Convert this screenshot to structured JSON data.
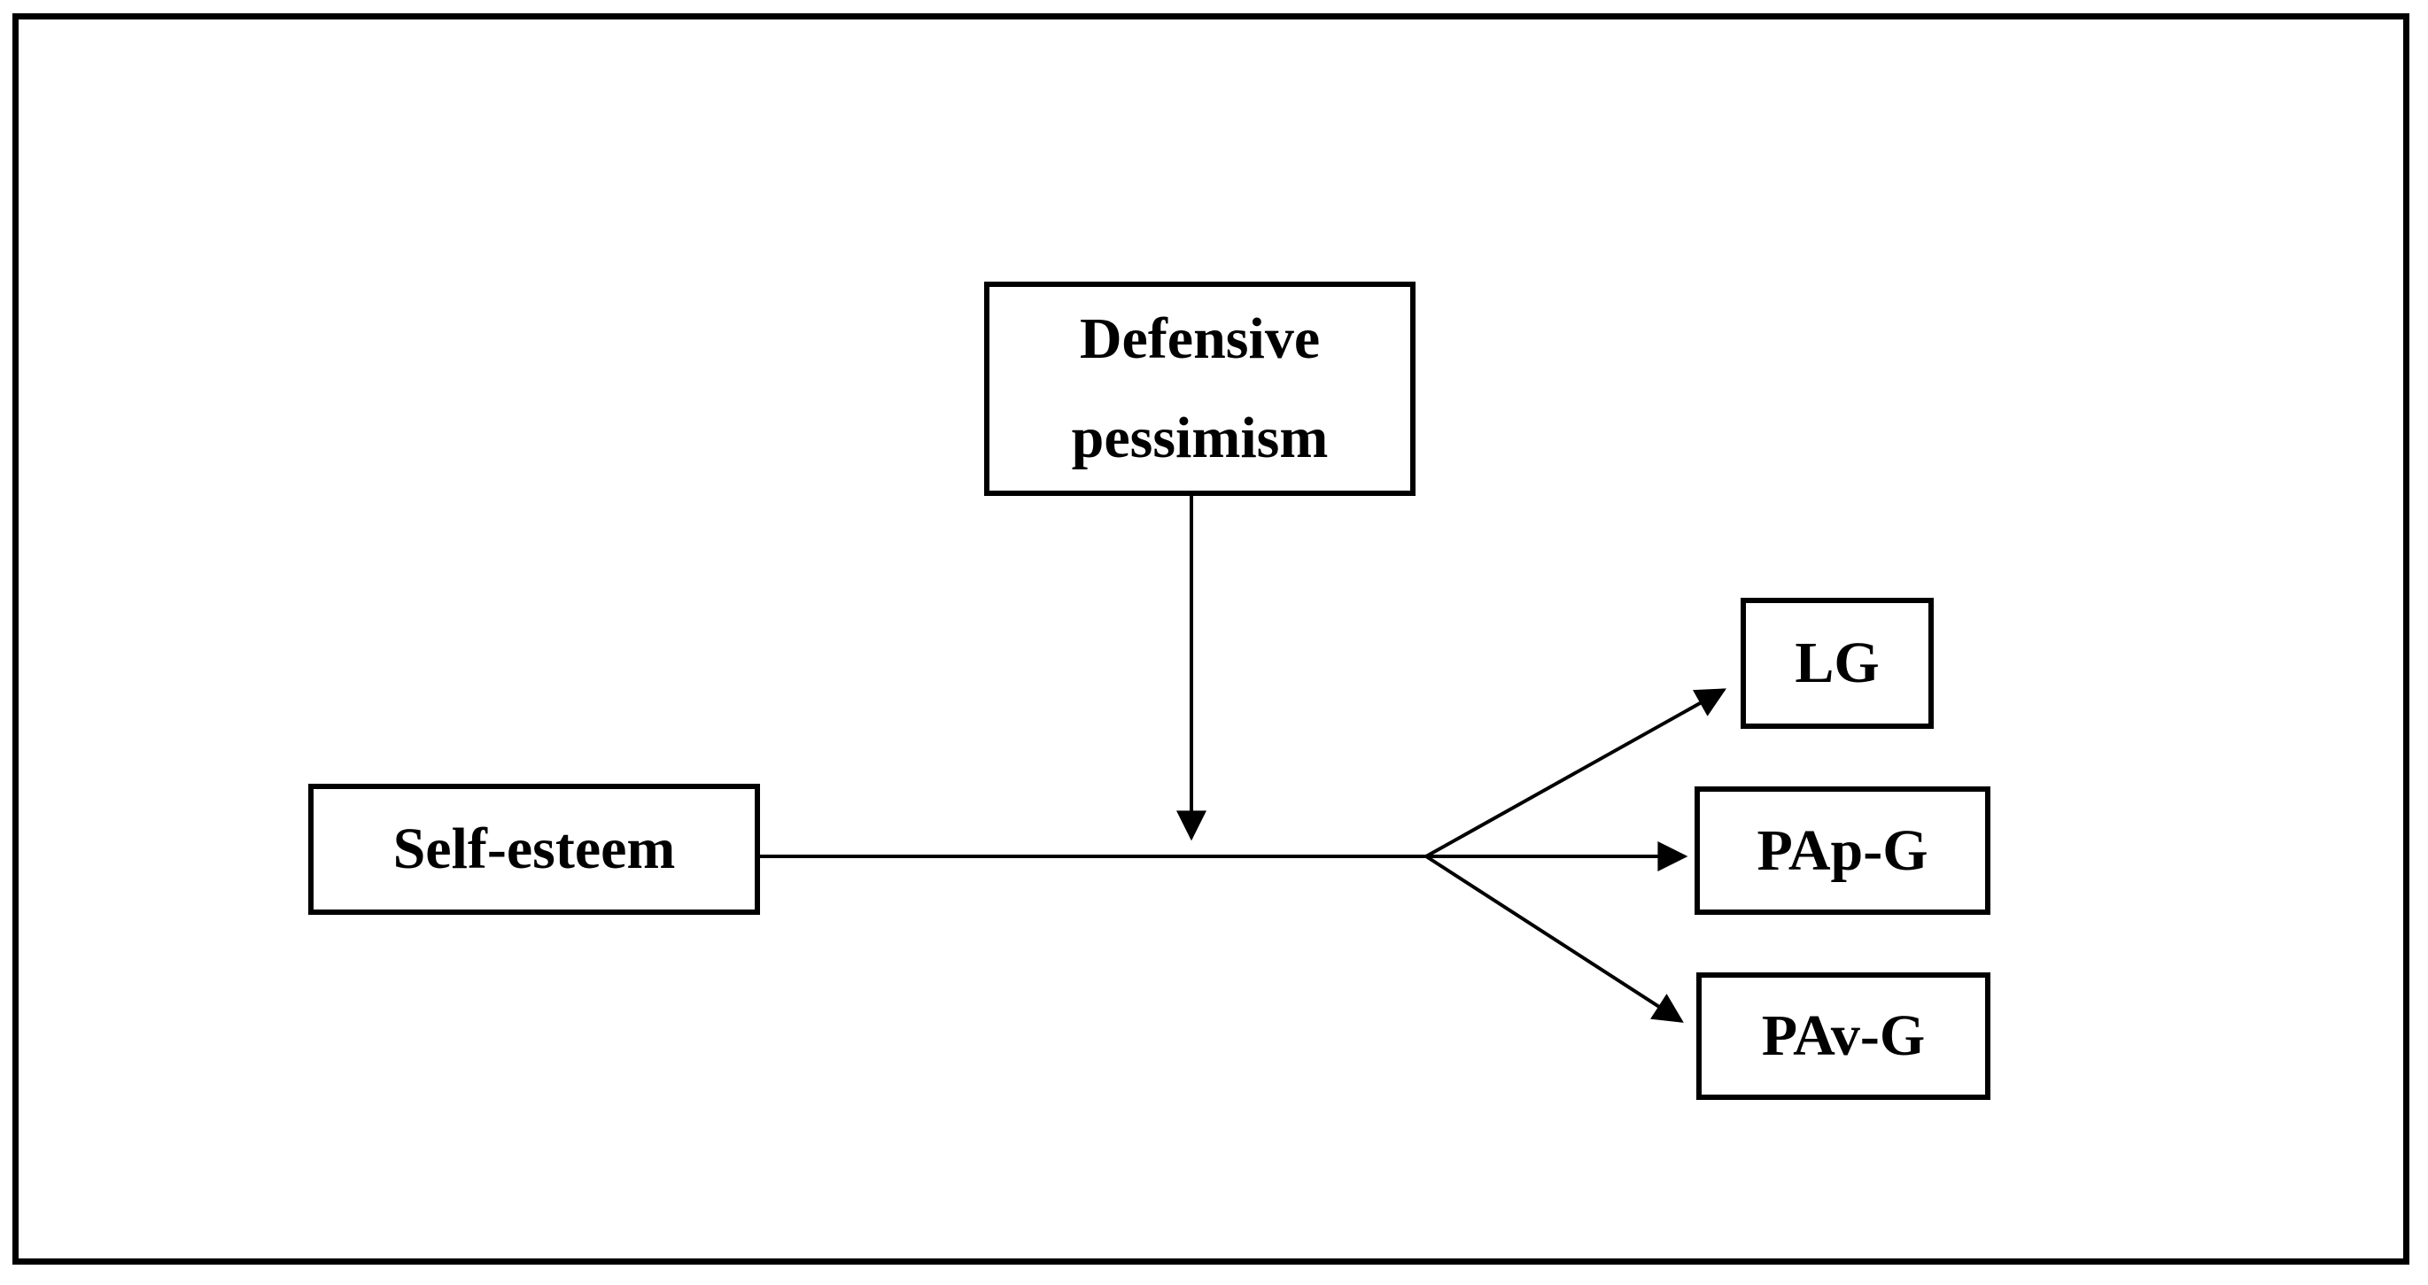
{
  "diagram": {
    "nodes": {
      "defensive_pessimism": {
        "label": "Defensive pessimism"
      },
      "self_esteem": {
        "label": "Self-esteem"
      },
      "lg": {
        "label": "LG"
      },
      "pap_g": {
        "label": "PAp-G"
      },
      "pav_g": {
        "label": "PAv-G"
      }
    },
    "edges": [
      {
        "from": "Self-esteem",
        "to": "PAp-G",
        "kind": "direct-arrow"
      },
      {
        "from": "Self-esteem branch point",
        "to": "LG",
        "kind": "direct-arrow"
      },
      {
        "from": "Self-esteem branch point",
        "to": "PAv-G",
        "kind": "direct-arrow"
      },
      {
        "from": "Defensive pessimism",
        "to": "Self-esteem to outcomes path",
        "kind": "moderation-arrow"
      }
    ],
    "colors": {
      "line": "#000000",
      "text": "#000000",
      "background": "#ffffff"
    }
  }
}
